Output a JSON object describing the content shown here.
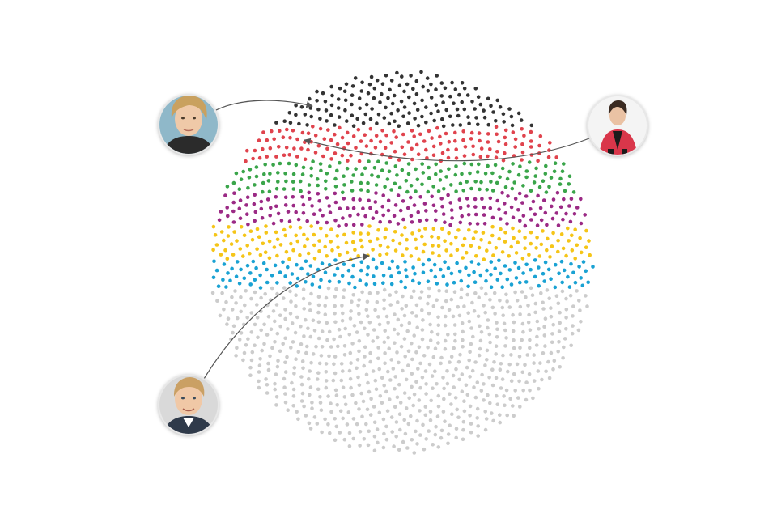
{
  "chart_data": {
    "type": "dot-sphere",
    "title": "",
    "legend": "none",
    "grid": false,
    "total_dots": 1750,
    "series": [
      {
        "color": "#333333",
        "share": 0.09
      },
      {
        "color": "#e0434d",
        "share": 0.09
      },
      {
        "color": "#3aa54a",
        "share": 0.095
      },
      {
        "color": "#9b2a85",
        "share": 0.105
      },
      {
        "color": "#f5c518",
        "share": 0.11
      },
      {
        "color": "#1aa2d3",
        "share": 0.095
      },
      {
        "color": "#cccccc",
        "share": 0.415
      }
    ]
  },
  "portraits": [
    {
      "icon": "portrait-woman-blonde-icon",
      "ring": "#e8e8e8"
    },
    {
      "icon": "portrait-woman-red-jacket-icon",
      "ring": "#e8e8e8"
    },
    {
      "icon": "portrait-man-blond-icon",
      "ring": "#e8e8e8"
    }
  ],
  "connector_color": "#555555"
}
